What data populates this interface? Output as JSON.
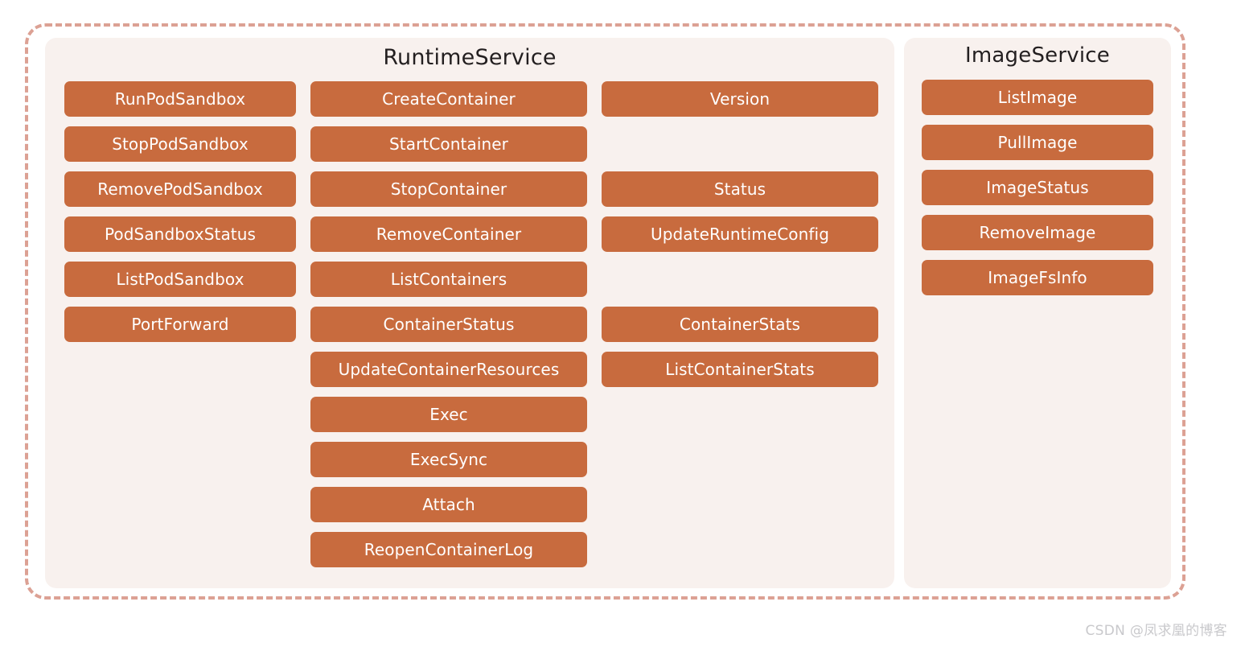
{
  "colors": {
    "pill": "#c86b3e",
    "pill_text": "#ffffff",
    "panel_bg": "#f8f1ee",
    "frame_dashed": "#dca194",
    "title_text": "#231f20",
    "watermark_text": "#c9c9cc",
    "page_bg": "#ffffff"
  },
  "runtime_service": {
    "title": "RuntimeService",
    "columns": [
      {
        "name": "pod-sandbox-column",
        "items": [
          "RunPodSandbox",
          "StopPodSandbox",
          "RemovePodSandbox",
          "PodSandboxStatus",
          "ListPodSandbox",
          "PortForward"
        ]
      },
      {
        "name": "container-column",
        "items": [
          "CreateContainer",
          "StartContainer",
          "StopContainer",
          "RemoveContainer",
          "ListContainers",
          "ContainerStatus",
          "UpdateContainerResources",
          "Exec",
          "ExecSync",
          "Attach",
          "ReopenContainerLog"
        ]
      },
      {
        "name": "runtime-misc-column",
        "items": [
          "Version",
          "",
          "Status",
          "UpdateRuntimeConfig",
          "",
          "ContainerStats",
          "ListContainerStats"
        ]
      }
    ]
  },
  "image_service": {
    "title": "ImageService",
    "items": [
      "ListImage",
      "PullImage",
      "ImageStatus",
      "RemoveImage",
      "ImageFsInfo"
    ]
  },
  "watermark": {
    "text": "CSDN @凤求凰的博客"
  }
}
